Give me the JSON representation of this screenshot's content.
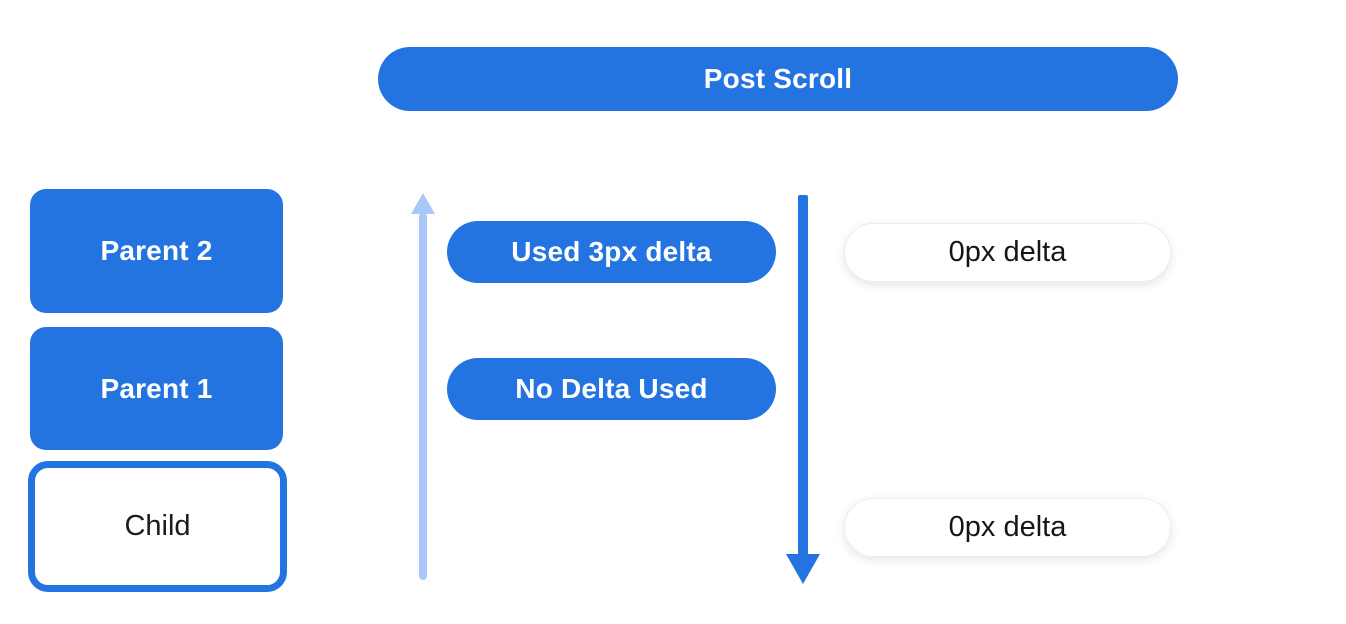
{
  "diagram": {
    "title": "Post Scroll",
    "left_column": {
      "parents": [
        {
          "label": "Parent 2"
        },
        {
          "label": "Parent 1"
        }
      ],
      "child": {
        "label": "Child"
      }
    },
    "middle_column": {
      "pills": [
        {
          "label": "Used 3px delta"
        },
        {
          "label": "No Delta Used"
        }
      ],
      "up_arrow_icon": "up-arrow",
      "down_arrow_icon": "down-arrow"
    },
    "right_column": {
      "pills": [
        {
          "label": "0px delta"
        },
        {
          "label": "0px delta"
        }
      ]
    },
    "colors": {
      "primary_blue": "#2374e1",
      "light_blue": "#a9c8f8",
      "white": "#ffffff",
      "text_dark": "#1c1c1c"
    }
  }
}
